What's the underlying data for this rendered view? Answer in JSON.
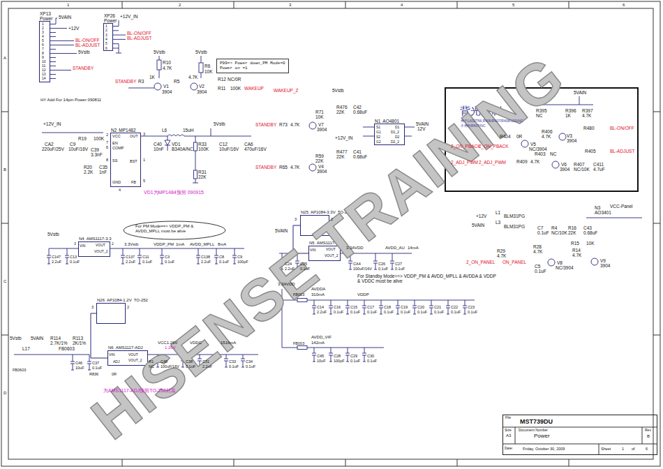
{
  "diagram": {
    "nodes": [
      {
        "text": [
          "XP13 Power"
        ]
      },
      {
        "text": [
          "XP26 Power"
        ]
      },
      {
        "text": [
          "P99=> Power down_PM Mode=0 Power on =1"
        ]
      },
      {
        "text": [
          "N2",
          "MP1482"
        ]
      },
      {
        "text": [
          "N1",
          "AO4801"
        ]
      },
      {
        "text": [
          "背光控制"
        ]
      },
      {
        "text": [
          "For PM Mode==> VDDP_PM & AVDD_MPLL must be alive"
        ]
      },
      {
        "text": [
          "N4",
          "AMS1117-3.3"
        ]
      },
      {
        "text": [
          "N25",
          "AP1084-3.3V",
          "TO-252"
        ]
      },
      {
        "text": [
          "N5",
          "AMS1117-3.3"
        ]
      },
      {
        "text": [
          "N26",
          "AP1084-1.2V",
          "TO-252"
        ]
      },
      {
        "text": [
          "N6",
          "AMS1117-ADJ"
        ]
      },
      {
        "text": [
          "File",
          "MST739DU",
          "Size",
          "A3",
          "Document Number",
          "Power",
          "Rev",
          "B",
          "Date:",
          "Friday, October 30, 2009",
          "Sheet",
          "1",
          "of",
          "6"
        ]
      }
    ],
    "edges": [
      {
        "from": 8,
        "to": 9,
        "arrow": "none"
      },
      {
        "from": 10,
        "to": 11,
        "arrow": "none"
      }
    ],
    "labels": [
      "1",
      "2",
      "3",
      "4",
      "5",
      "6",
      "A",
      "B",
      "C",
      "D",
      "1",
      "2",
      "3",
      "4",
      "5",
      "6",
      "7",
      "8",
      "9",
      "10",
      "11",
      "12",
      "13",
      "14",
      "5VAIN",
      "+12V",
      "BL-ON/OFF",
      "BL-ADJUST",
      "5Vstb",
      "STANDBY",
      "HY Add For 14pin Power 090811",
      "1",
      "2",
      "3",
      "4",
      "5",
      "6",
      "+12V_IN",
      "BL-ON/OFF",
      "BL-ADJUST",
      "5Vstb",
      "5Vstb",
      "R10",
      "4.7K",
      "R6",
      "10K",
      "STANDBY",
      "R3",
      "1K",
      "V1",
      "3904",
      "R5",
      "4.7K",
      "V2",
      "3904",
      "R12",
      "NC/0R",
      "R11",
      "100K",
      "WAKEUP",
      "WAKEUP_Z",
      "+12V_IN",
      "CA2",
      "220uF/25V",
      "C9",
      "10uF/16V",
      "R19",
      "100K",
      "C39",
      "3.3nF",
      "R20",
      "2.2K",
      "C35",
      "1nF",
      "VCC",
      "EN",
      "COMP",
      "SS",
      "GND",
      "OUT",
      "BST",
      "FB",
      "2",
      "7",
      "6",
      "8",
      "4",
      "3",
      "1",
      "5",
      "L6",
      "15uH",
      "5Vstb",
      "C40",
      "10nF",
      "VD1",
      "B340A/NC",
      "R33",
      "100K",
      "R31",
      "22K",
      "C12",
      "10uF/16V",
      "CA6",
      "470uF/16V",
      "VD1为MP1484预留 090915",
      "5Vstb",
      "STANDBY",
      "R73",
      "4.7K",
      "R71",
      "10K",
      "V7",
      "3904",
      "R476",
      "22K",
      "C42",
      "0.68uF",
      "+12V_IN",
      "R477",
      "22K",
      "C41",
      "0.68uF",
      "R59",
      "22K",
      "V4",
      "3904",
      "STANDBY",
      "R65",
      "4.7K",
      "S1",
      "G1",
      "S2",
      "G2",
      "D1",
      "D1_2",
      "D2",
      "D2_2",
      "5VAIN",
      "12V",
      "用于LA32T66,R406/R407/R408/U20/NC",
      "不用时R407/NC",
      "5VAIN",
      "R395",
      "NC",
      "R396",
      "1K",
      "R397",
      "4.7K",
      "R480",
      "BL-ON/OFF",
      "R404",
      "0R",
      "R406",
      "4.7K",
      "V3",
      "3904",
      "V5",
      "NC/3904",
      "R403",
      "NC",
      "2_ON_PBACK",
      "2_ON_PBACK",
      "R405",
      "BL-ADJUST",
      "2_ADJ_PWM",
      "2_ADJ_PWM",
      "R409",
      "4.7K",
      "V6",
      "3904",
      "R407",
      "NC/10K",
      "C411",
      "4.7uF",
      "+12V",
      "5VAIN",
      "L1",
      "BLM31PG",
      "L3",
      "BLM31PG",
      "N3",
      "AO3401",
      "VCC-Panel",
      "C7",
      "0.1uF",
      "R4",
      "NC/10K",
      "R16",
      "22K",
      "C43",
      "0.68uF",
      "R15",
      "10K",
      "R29",
      "4.7K",
      "R28",
      "4.7K",
      "C5",
      "0.1uF",
      "R14",
      "4.7K",
      "V8",
      "NC/3904",
      "V9",
      "3904",
      "2_ON_PANEL",
      "ON_PANEL",
      "5Vstb",
      "VIN",
      "VOUT",
      "VOUT_2",
      "3",
      "2",
      "3.3Vstb",
      "VDDP_PM",
      "1mA",
      "AVDD_MPLL",
      "8mA",
      "C147",
      "2.2uF",
      "C13",
      "0.1uF",
      "C137",
      "2.2uF",
      "C11",
      "0.1uF",
      "C3",
      "0.1uF",
      "C138",
      "2.2uF",
      "C8",
      "0.1uF",
      "C9",
      "100pF",
      "3",
      "2",
      "5VAIN",
      "VIN",
      "VOUT",
      "VOUT_2",
      "3.3AVDD",
      "AVDD_AU",
      "14mA",
      "C24",
      "2.2uF",
      "C25",
      "0.1uF",
      "CA4",
      "100uF/16V",
      "C26",
      "0.1uF",
      "C27",
      "0.1uF",
      "For Standby Mode==> VDDP_PM & AVDD_MPLL & AVDDA & VDDP & VDDC must be alive",
      "3.3AVDD",
      "FB003",
      "AVDDA",
      "310mA",
      "VDDP",
      "C14",
      "2.2uF",
      "C16",
      "0.1uF",
      "C15",
      "0.1uF",
      "C17",
      "0.1uF",
      "C18",
      "0.1uF",
      "C19",
      "0.1uF",
      "C20",
      "0.1uF",
      "C21",
      "0.1uF",
      "C22",
      "0.1uF",
      "C23",
      "0.1uF",
      "AVDD_VIF",
      "142mA",
      "FB003",
      "C45",
      "10uF",
      "C28",
      "100pF",
      "C29",
      "0.1uF",
      "C30",
      "0.1uF",
      "3",
      "2",
      "5Vstb",
      "5VAIN",
      "L17",
      "R114",
      "2.7K/1%",
      "R113",
      "2K/1%",
      "FB0603",
      "FB0603",
      "VIN",
      "VOUT",
      "VOUT_2",
      "ADJ",
      "C46",
      "10uF",
      "C37",
      "0.1uF",
      "R836",
      "0R",
      "VCC1.26V",
      "1.26V",
      "VDDC",
      "1516mA",
      "R1",
      "NC",
      "C48",
      "100uF/16V",
      "C38",
      "0.1uF",
      "C31",
      "2.2uF",
      "C33",
      "0.1uF",
      "C34",
      "0.1uF",
      "为AMS1117-ADJ预留TO-252封装",
      "HISENSE TRAINING"
    ]
  }
}
